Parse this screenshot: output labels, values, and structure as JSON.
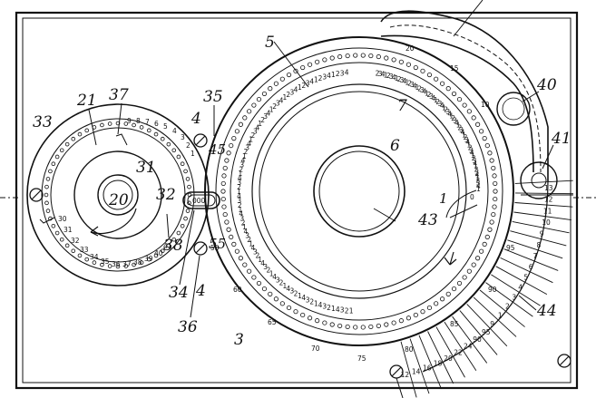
{
  "labels": {
    "l5": "5",
    "l7": "7",
    "l6": "6",
    "l40": "40",
    "l41": "41",
    "l43": "43",
    "l44": "44",
    "l33": "33",
    "l21": "21",
    "l37": "37",
    "l35": "35",
    "l4a": "4",
    "l4b": "4",
    "l31": "31",
    "l20": "20",
    "l32": "32",
    "l38": "38",
    "l34": "34",
    "l36": "36",
    "l55": "55",
    "l45": "45",
    "l3": "3"
  },
  "main_scale": {
    "bottom_numbers": [
      "55",
      "60",
      "65",
      "70",
      "75",
      "80",
      "85",
      "90",
      "95"
    ],
    "group_digits": [
      "1",
      "2",
      "3",
      "4"
    ],
    "top_numbers": [
      "20",
      "15",
      "10"
    ],
    "zero": "0"
  },
  "small_dial": {
    "top_digits": [
      "9",
      "8",
      "7",
      "6",
      "5",
      "4",
      "3",
      "2",
      "1"
    ],
    "bottom_numbers": [
      "30",
      "31",
      "32",
      "33",
      "34",
      "35",
      "36",
      "37",
      "38",
      "39",
      "40",
      "41"
    ]
  },
  "outer_scale": [
    "13",
    "12",
    "11",
    "10",
    "9",
    "8",
    "7",
    "6",
    "5",
    "4",
    "3",
    "2",
    "1",
    "9",
    "95",
    "90",
    "24",
    "22",
    "20",
    "18",
    "16",
    "14",
    "12"
  ],
  "slot_digits": "000",
  "arrow_mark": "1"
}
